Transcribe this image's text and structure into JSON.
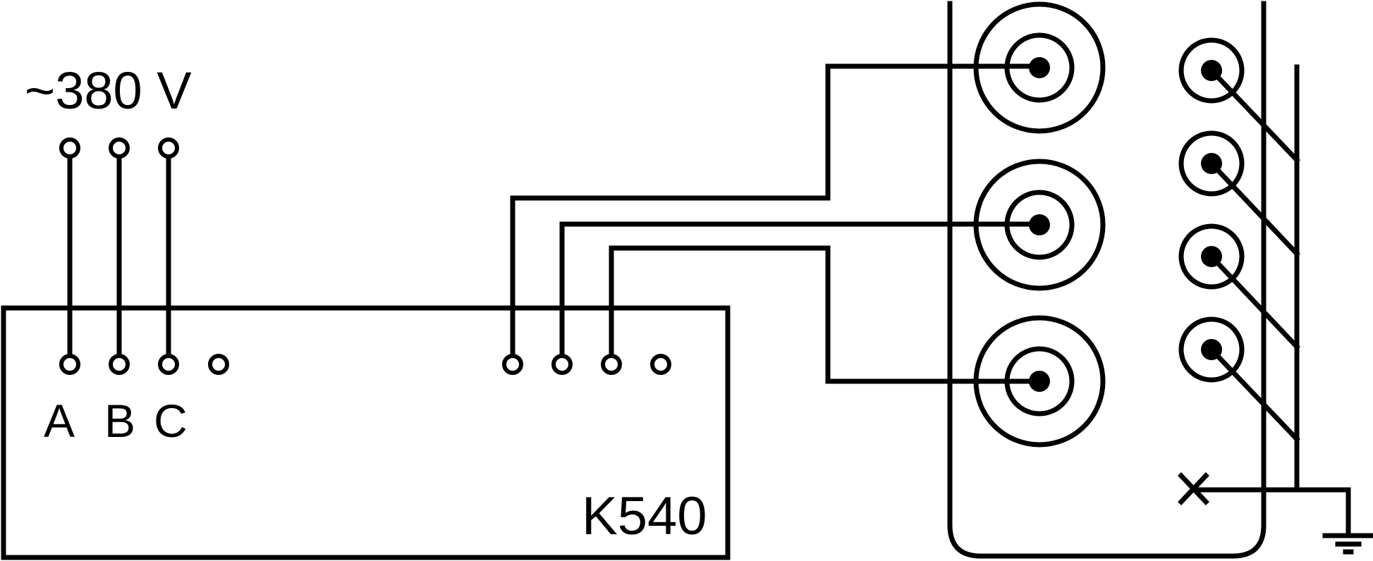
{
  "supply": {
    "label": "~380 V"
  },
  "device": {
    "name": "K540",
    "phase_labels": [
      "A",
      "B",
      "C"
    ]
  },
  "colors": {
    "line": "#000000",
    "background": "#ffffff"
  },
  "icons": [
    "terminal-icon",
    "current-transformer-icon",
    "ground-icon",
    "break-mark-icon"
  ]
}
